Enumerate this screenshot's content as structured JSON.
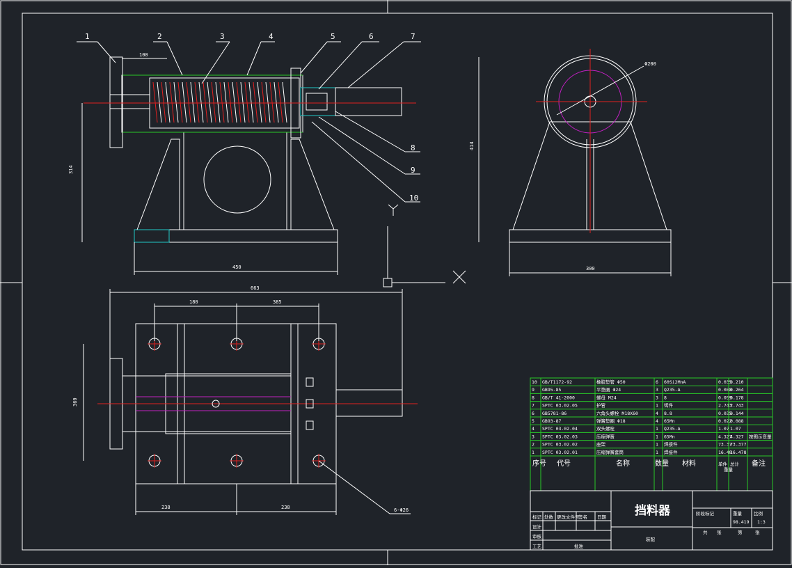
{
  "drawing": {
    "title": "挡料器",
    "scale": "1:3",
    "weight": "98.419",
    "material_note": "装配",
    "dims": {
      "front_100": "100",
      "front_314": "314",
      "front_450": "450",
      "side_phi200": "Φ200",
      "side_414": "414",
      "side_300": "300",
      "top_663": "663",
      "top_180": "180",
      "top_385": "385",
      "top_360": "360",
      "top_238a": "238",
      "top_238b": "238",
      "top_holes": "6-Φ26"
    },
    "callouts": [
      "1",
      "2",
      "3",
      "4",
      "5",
      "6",
      "7",
      "8",
      "9",
      "10"
    ],
    "bom": {
      "rows": [
        {
          "no": "10",
          "code": "GB/T1172-92",
          "name": "橡胶垫管 Φ50",
          "qty": "6",
          "mat": "60Si2MnA",
          "unit": "0.035",
          "total": "0.210",
          "note": ""
        },
        {
          "no": "9",
          "code": "GB95-85",
          "name": "平垫圈 Φ24",
          "qty": "3",
          "mat": "Q235-A",
          "unit": "0.088",
          "total": "0.264",
          "note": ""
        },
        {
          "no": "8",
          "code": "GB/T 41-2000",
          "name": "螺母 M24",
          "qty": "3",
          "mat": "8",
          "unit": "0.059",
          "total": "0.178",
          "note": ""
        },
        {
          "no": "7",
          "code": "SPTC 03.02.05",
          "name": "护管",
          "qty": "1",
          "mat": "铸件",
          "unit": "2.743",
          "total": "2.743",
          "note": ""
        },
        {
          "no": "6",
          "code": "GB5781-86",
          "name": "六角头螺栓 M18X60",
          "qty": "4",
          "mat": "8.8",
          "unit": "0.035",
          "total": "0.144",
          "note": ""
        },
        {
          "no": "5",
          "code": "GB93-87",
          "name": "弹簧垫圈 Φ18",
          "qty": "4",
          "mat": "65Mn",
          "unit": "0.022",
          "total": "0.088",
          "note": ""
        },
        {
          "no": "4",
          "code": "SPTC 03.02.04",
          "name": "双头螺栓",
          "qty": "1",
          "mat": "Q235-A",
          "unit": "1.07",
          "total": "1.07",
          "note": ""
        },
        {
          "no": "3",
          "code": "SPTC 03.02.03",
          "name": "压缩弹簧",
          "qty": "1",
          "mat": "65Mn",
          "unit": "4.327",
          "total": "4.327",
          "note": "按图示变量"
        },
        {
          "no": "2",
          "code": "SPTC 03.02.02",
          "name": "座架",
          "qty": "1",
          "mat": "焊接件",
          "unit": "73.37",
          "total": "73.377",
          "note": ""
        },
        {
          "no": "1",
          "code": "SPTC 03.02.01",
          "name": "压缩弹簧套筒",
          "qty": "1",
          "mat": "焊接件",
          "unit": "16.48",
          "total": "16.478",
          "note": ""
        }
      ],
      "header": {
        "no": "序号",
        "code": "代号",
        "name": "名称",
        "qty": "数量",
        "mat": "材料",
        "unit": "单件",
        "total": "总计",
        "weight": "重量",
        "note": "备注"
      }
    },
    "title_block": {
      "labels": [
        "标记",
        "处数",
        "更改文件号",
        "签名",
        "日期",
        "设计",
        "审核",
        "工艺",
        "批准"
      ],
      "stage": "阶段标记",
      "w_label": "重量",
      "s_label": "比例",
      "sheet_a": "共",
      "sheet_b": "张",
      "sheet_c": "第",
      "sheet_d": "张"
    }
  }
}
